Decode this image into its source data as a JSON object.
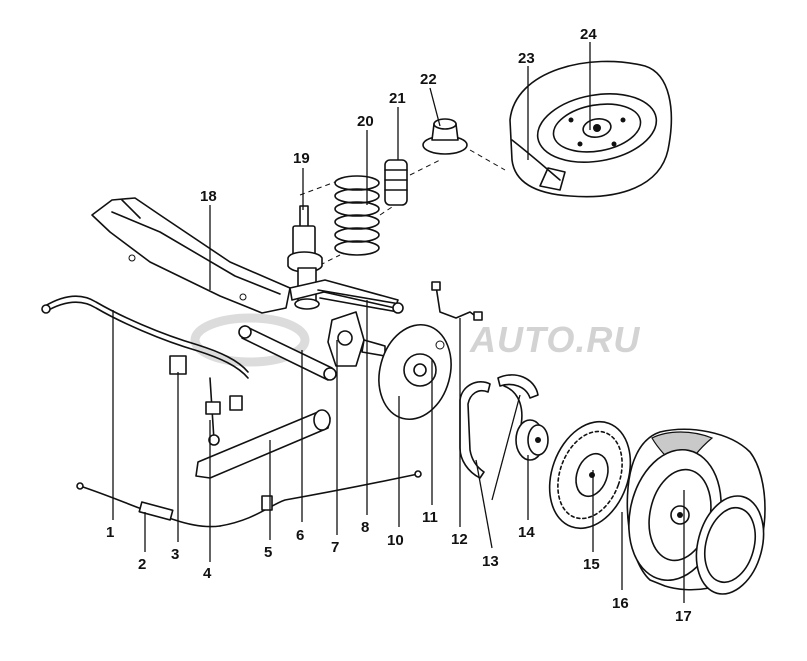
{
  "watermark": {
    "text": "AUTO.RU"
  },
  "callouts": [
    "1",
    "2",
    "3",
    "4",
    "5",
    "6",
    "7",
    "8",
    "10",
    "11",
    "12",
    "13",
    "14",
    "15",
    "16",
    "17",
    "18",
    "19",
    "20",
    "21",
    "22",
    "23",
    "24"
  ]
}
